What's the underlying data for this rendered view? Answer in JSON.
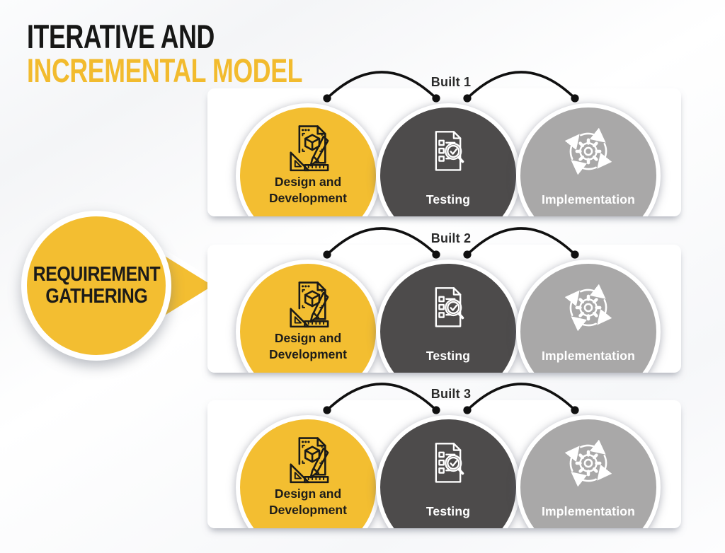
{
  "title": {
    "line1": "ITERATIVE AND",
    "line2": "INCREMENTAL MODEL"
  },
  "requirement": {
    "line1": "REQUIREMENT",
    "line2": "GATHERING"
  },
  "builds": [
    {
      "label": "Built 1"
    },
    {
      "label": "Built 2"
    },
    {
      "label": "Built 3"
    }
  ],
  "stages": [
    {
      "name": "Design and Development",
      "line1": "Design and",
      "line2": "Development",
      "icon": "design-development-icon",
      "color": "#F3BE31",
      "text_color": "#1D1C1A"
    },
    {
      "name": "Testing",
      "line1": "Testing",
      "icon": "testing-icon",
      "color": "#4D4B4B",
      "text_color": "#FFFFFF"
    },
    {
      "name": "Implementation",
      "line1": "Implementation",
      "icon": "implementation-icon",
      "color": "#A9A8A8",
      "text_color": "#FFFFFF"
    }
  ],
  "colors": {
    "accent_yellow": "#F3BE31",
    "title_yellow": "#F2BB2E",
    "dark_gray": "#4D4B4B",
    "light_gray": "#A9A8A8",
    "connector_black": "#101010",
    "title_black": "#171716"
  }
}
